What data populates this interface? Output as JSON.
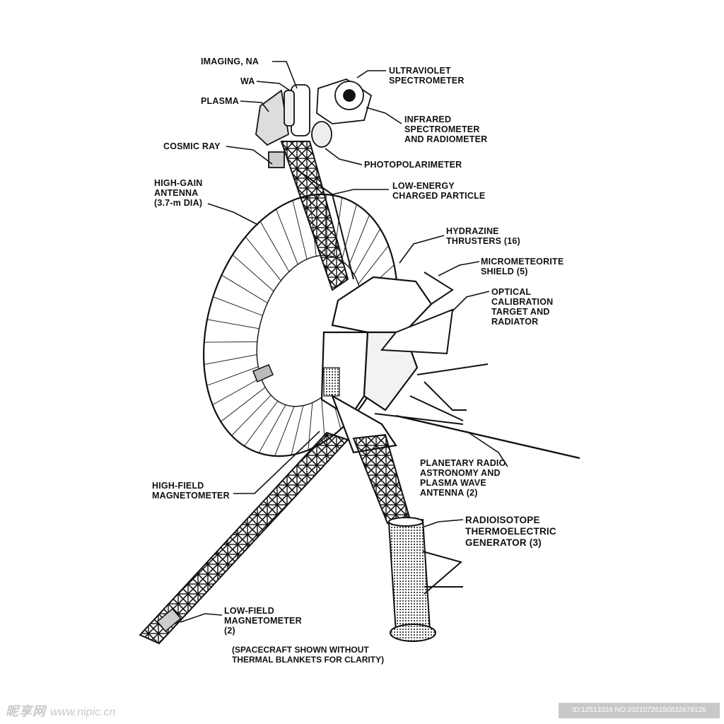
{
  "labels": {
    "imaging_na": "IMAGING, NA",
    "wa": "WA",
    "plasma": "PLASMA",
    "cosmic_ray": "COSMIC RAY",
    "high_gain_antenna": [
      "HIGH-GAIN",
      "ANTENNA",
      "(3.7-m DIA)"
    ],
    "ultraviolet_spectrometer": [
      "ULTRAVIOLET",
      "SPECTROMETER"
    ],
    "infrared_spectrometer": [
      "INFRARED",
      "SPECTROMETER",
      "AND RADIOMETER"
    ],
    "photopolarimeter": "PHOTOPOLARIMETER",
    "low_energy_charged_particle": [
      "LOW-ENERGY",
      "CHARGED PARTICLE"
    ],
    "hydrazine_thrusters": [
      "HYDRAZINE",
      "THRUSTERS (16)"
    ],
    "micrometeorite_shield": [
      "MICROMETEORITE",
      "SHIELD (5)"
    ],
    "optical_calibration_target": [
      "OPTICAL",
      "CALIBRATION",
      "TARGET AND",
      "RADIATOR"
    ],
    "planetary_radio_astronomy": [
      "PLANETARY RADIO",
      "ASTRONOMY AND",
      "PLASMA WAVE",
      "ANTENNA (2)"
    ],
    "rtg": [
      "RADIOISOTOPE",
      "THERMOELECTRIC",
      "GENERATOR (3)"
    ],
    "high_field_magnetometer": [
      "HIGH-FIELD",
      "MAGNETOMETER"
    ],
    "low_field_magnetometer": [
      "LOW-FIELD",
      "MAGNETOMETER",
      "(2)"
    ]
  },
  "note": [
    "(SPACECRAFT SHOWN WITHOUT",
    "THERMAL BLANKETS FOR CLARITY)"
  ],
  "watermark": {
    "left_brand": "昵享网",
    "left_url": "www.nipic.cn",
    "right_id": "ID:12513324 NO:20210726150832678126"
  },
  "colors": {
    "ink": "#111111",
    "paper": "#ffffff",
    "watermark": "#c8c8c8"
  }
}
